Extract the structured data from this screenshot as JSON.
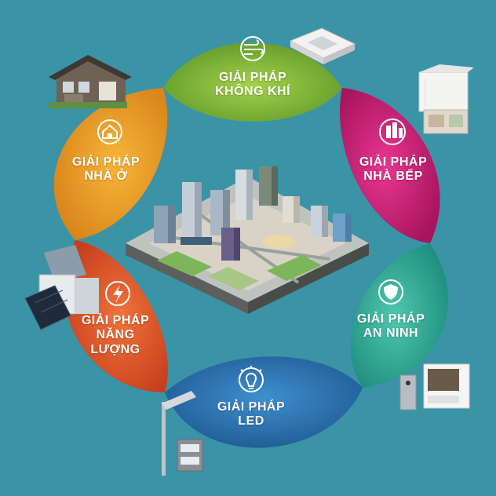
{
  "colors": {
    "background": "#3b93a6",
    "green": "#8dbf3a",
    "pink": "#d9247f",
    "teal": "#3ab7a0",
    "blue": "#2f79b8",
    "orange_red": "#e9592a",
    "orange_yellow": "#f2a11f"
  },
  "petals": {
    "air": {
      "line1": "GIẢI PHÁP",
      "line2": "KHÔNG KHÍ",
      "icon": "wind-icon",
      "photo": "ceiling-air-conditioner-icon"
    },
    "kitchen": {
      "line1": "GIẢI PHÁP",
      "line2": "NHÀ BẾP",
      "icon": "kitchen-buildings-icon",
      "photo": "kitchen-cabinet-icon"
    },
    "security": {
      "line1": "GIẢI PHÁP",
      "line2": "AN NINH",
      "icon": "shield-icon",
      "photo": "video-intercom-icon"
    },
    "led": {
      "line1": "GIẢI PHÁP",
      "line2": "LED",
      "icon": "led-bulb-icon",
      "photo": "street-light-icon"
    },
    "energy": {
      "line1": "GIẢI PHÁP",
      "line2": "NĂNG",
      "line3": "LƯỢNG",
      "icon": "lightning-icon",
      "photo": "solar-panel-icon"
    },
    "housing": {
      "line1": "GIẢI PHÁP",
      "line2": "NHÀ Ở",
      "icon": "house-icon",
      "photo": "residential-house-icon"
    }
  },
  "center": {
    "illustration": "smart-city-icon"
  }
}
